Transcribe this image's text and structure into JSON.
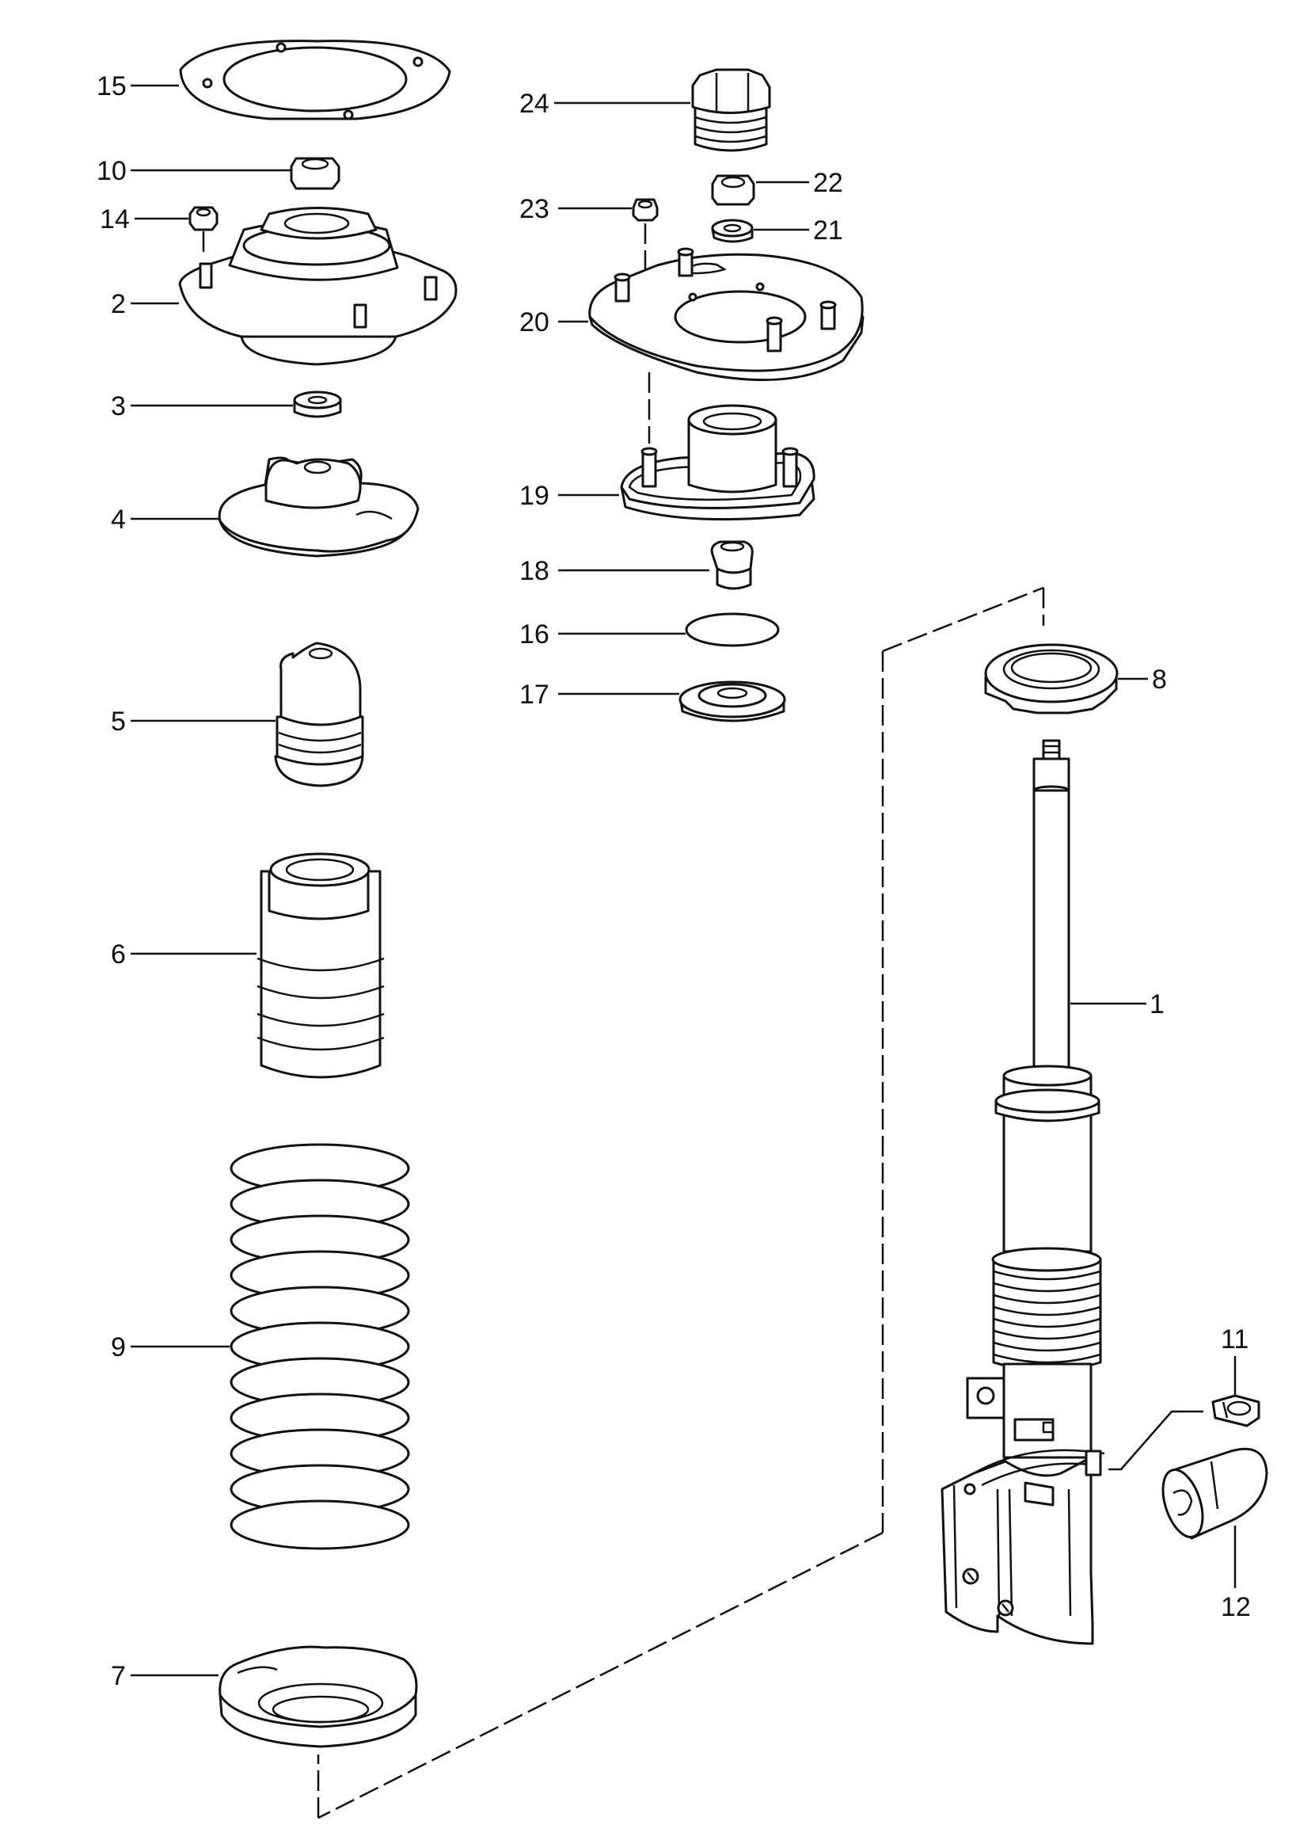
{
  "callouts": [
    "15",
    "10",
    "14",
    "2",
    "3",
    "4",
    "5",
    "6",
    "9",
    "7",
    "24",
    "22",
    "23",
    "21",
    "20",
    "19",
    "18",
    "16",
    "17",
    "8",
    "1",
    "11",
    "12"
  ]
}
